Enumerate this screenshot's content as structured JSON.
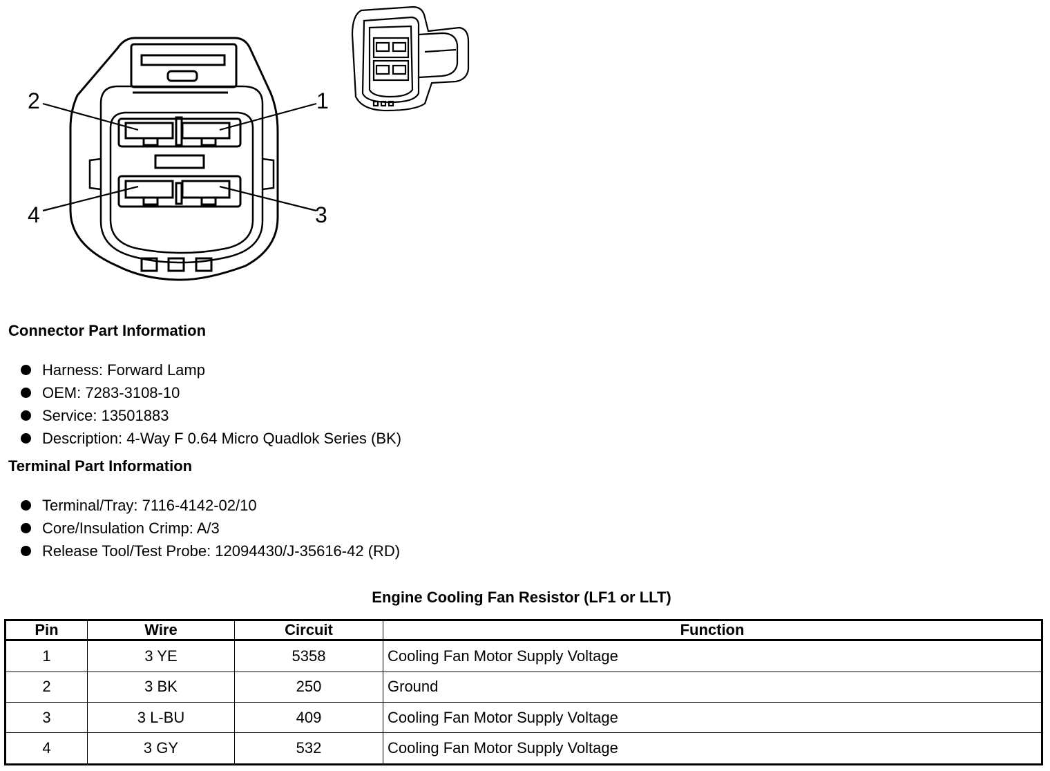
{
  "diagram": {
    "pin_labels": [
      "2",
      "1",
      "4",
      "3"
    ]
  },
  "connector_info": {
    "title": "Connector Part Information",
    "items": [
      "Harness: Forward Lamp",
      "OEM: 7283-3108-10",
      "Service: 13501883",
      "Description: 4-Way F 0.64 Micro Quadlok Series (BK)"
    ]
  },
  "terminal_info": {
    "title": "Terminal Part Information",
    "items": [
      "Terminal/Tray: 7116-4142-02/10",
      "Core/Insulation Crimp: A/3",
      "Release Tool/Test Probe: 12094430/J-35616-42 (RD)"
    ]
  },
  "table": {
    "title": "Engine Cooling Fan Resistor (LF1 or LLT)",
    "headers": [
      "Pin",
      "Wire",
      "Circuit",
      "Function"
    ],
    "rows": [
      [
        "1",
        "3 YE",
        "5358",
        "Cooling Fan Motor Supply Voltage"
      ],
      [
        "2",
        "3 BK",
        "250",
        "Ground"
      ],
      [
        "3",
        "3 L-BU",
        "409",
        "Cooling Fan Motor Supply Voltage"
      ],
      [
        "4",
        "3 GY",
        "532",
        "Cooling Fan Motor Supply Voltage"
      ]
    ]
  }
}
